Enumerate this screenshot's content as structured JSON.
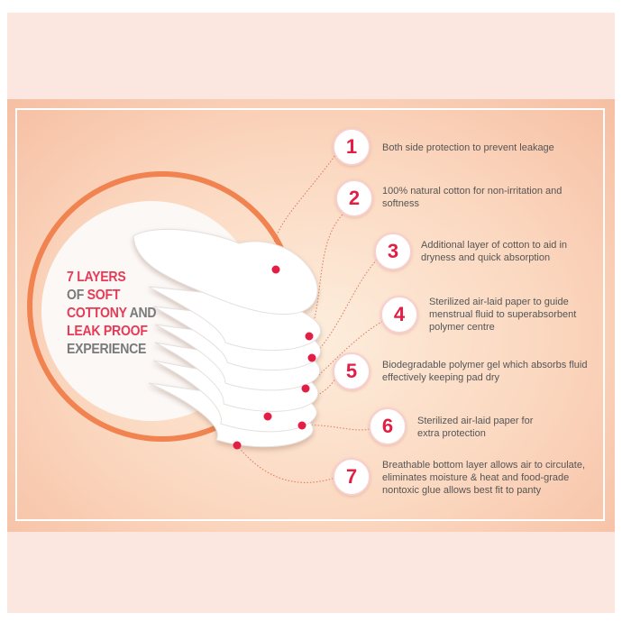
{
  "headline": {
    "line1": "7 LAYERS",
    "line2a": "OF ",
    "line2b": "SOFT",
    "line3a": "COTTONY",
    "line3b": " AND",
    "line4": "LEAK PROOF",
    "line5": "EXPERIENCE"
  },
  "colors": {
    "accent": "#e31e44",
    "ring": "#f0834f",
    "text": "#555555"
  },
  "layers": [
    {
      "number": "1",
      "text": "Both side protection to prevent leakage"
    },
    {
      "number": "2",
      "text": "100% natural cotton for non-irritation and softness"
    },
    {
      "number": "3",
      "text": "Additional layer of cotton to aid in dryness and quick absorption"
    },
    {
      "number": "4",
      "text": "Sterilized air-laid paper to guide menstrual fluid to superabsorbent polymer centre"
    },
    {
      "number": "5",
      "text": "Biodegradable polymer gel which absorbs fluid effectively keeping pad dry"
    },
    {
      "number": "6",
      "text": "Sterilized air-laid paper for extra protection"
    },
    {
      "number": "7",
      "text": "Breathable bottom layer allows air to circulate, eliminates moisture & heat and food-grade nontoxic glue allows best fit to panty"
    }
  ]
}
